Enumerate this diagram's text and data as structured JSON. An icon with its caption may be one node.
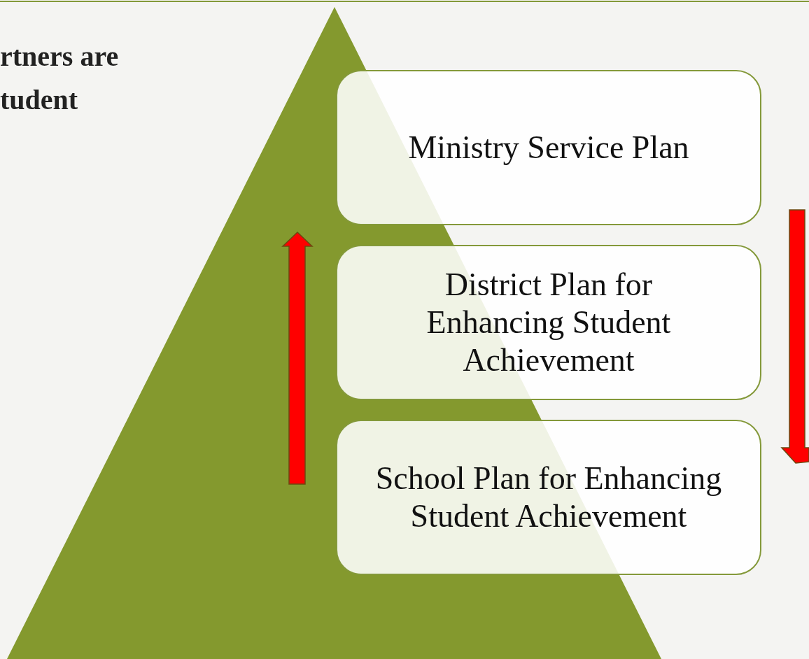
{
  "diagram": {
    "nodes": [
      {
        "text": [
          "Ministry Service Plan"
        ]
      },
      {
        "text": [
          "District Plan for Enhancing Student Achievement"
        ]
      },
      {
        "text": [
          "School Plan for Enhancing Student Achievement"
        ]
      }
    ],
    "labels": [
      "rtners are tudent"
    ]
  }
}
